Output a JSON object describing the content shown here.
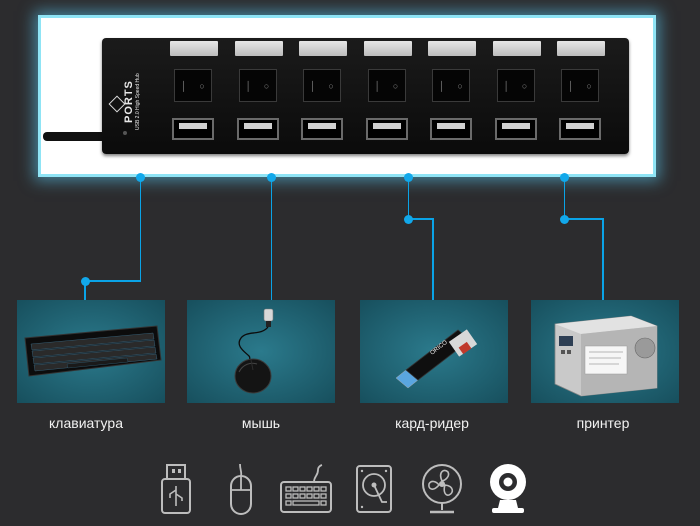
{
  "hub": {
    "brand": "PORTS",
    "model": "USB 2.0 High Speed Hub",
    "port_count": 7
  },
  "devices": [
    {
      "id": "keyboard",
      "label": "клавиатура"
    },
    {
      "id": "mouse",
      "label": "мышь"
    },
    {
      "id": "card-reader",
      "label": "кард-ридер",
      "brand": "ORICO"
    },
    {
      "id": "printer",
      "label": "принтер"
    }
  ],
  "colors": {
    "background": "#2c2c2e",
    "accent": "#12a8ea",
    "frame_glow": "#8fe4f5",
    "card": "#1f6475",
    "icon_stroke": "#bdbdbd"
  },
  "bottom_icons": [
    "usb-flash-drive-icon",
    "mouse-icon",
    "keyboard-icon",
    "hard-drive-icon",
    "fan-icon",
    "webcam-icon"
  ]
}
